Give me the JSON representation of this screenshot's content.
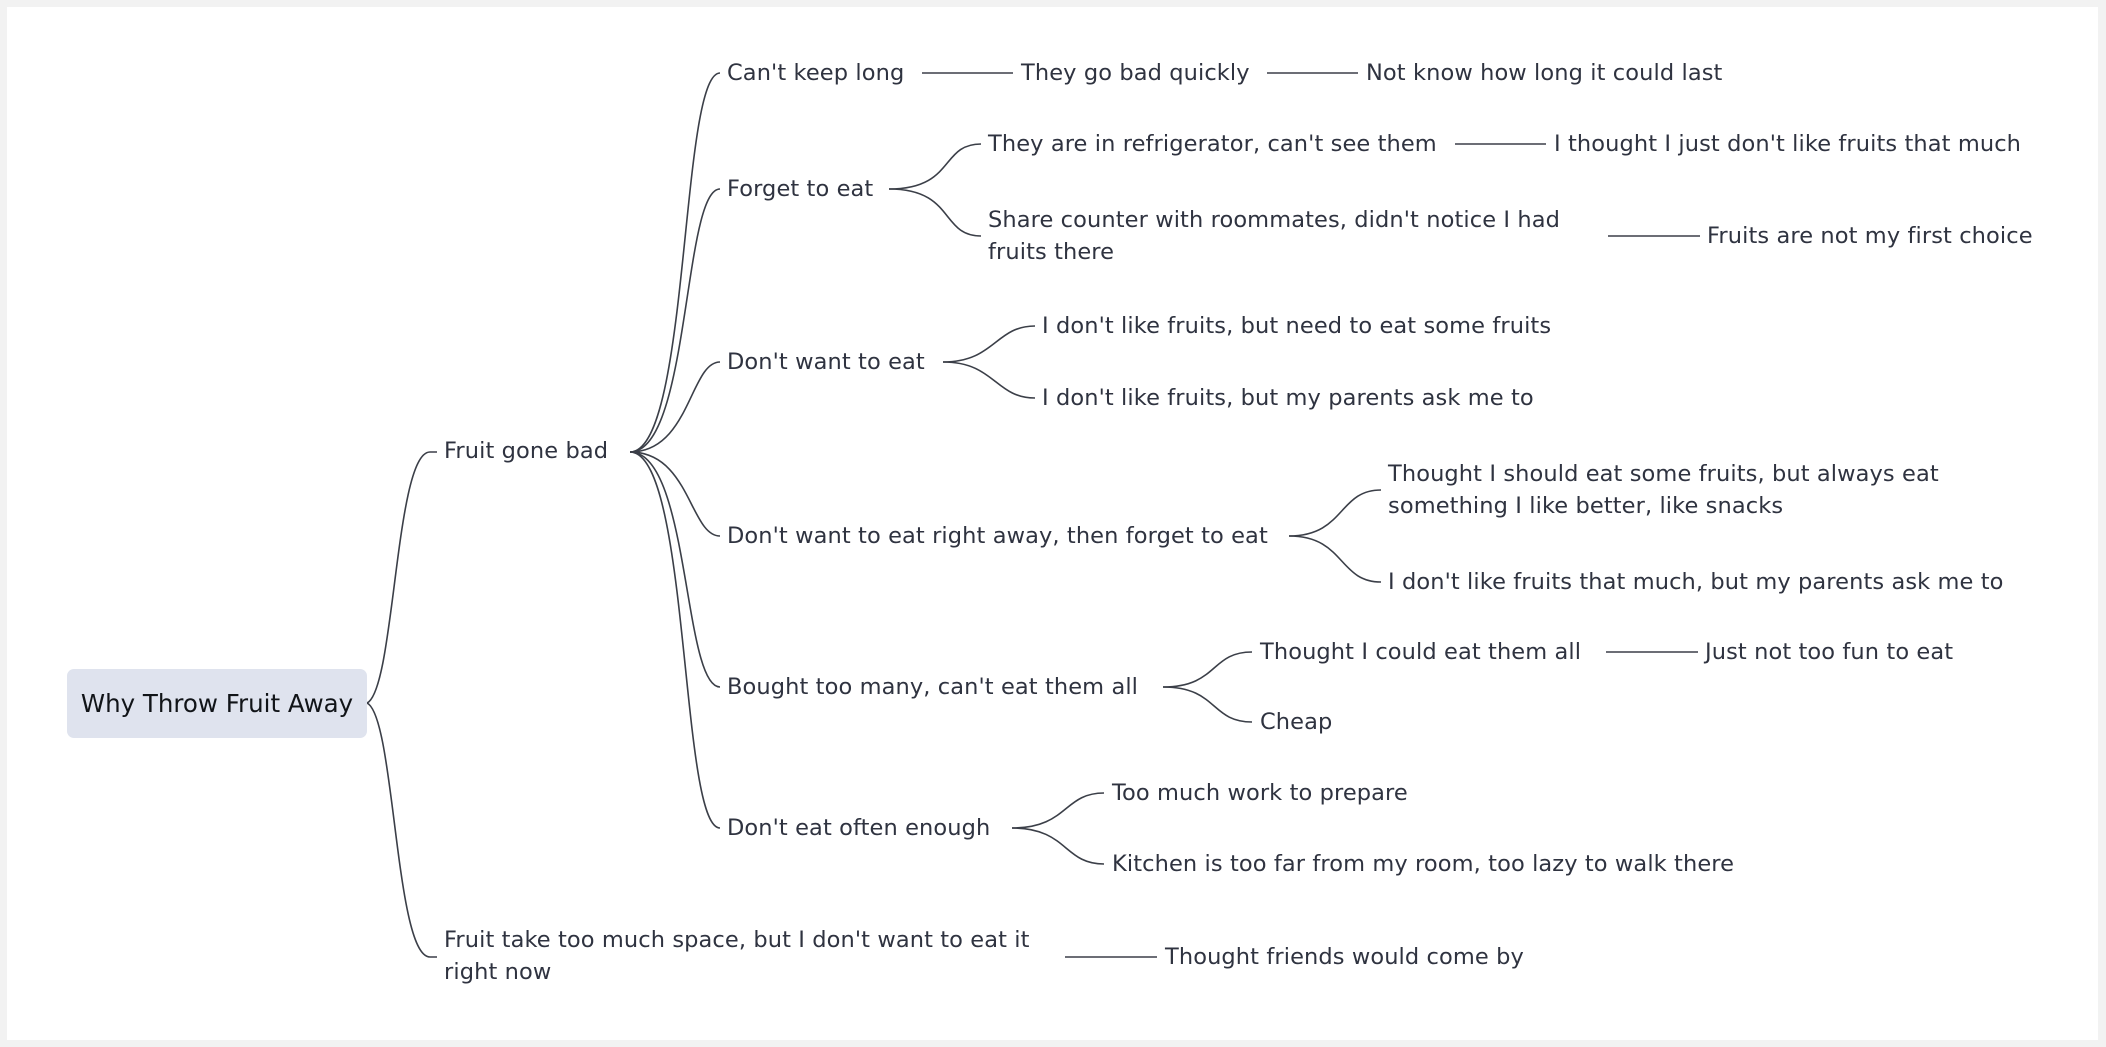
{
  "root": "Why Throw Fruit Away",
  "branches": {
    "fruit_gone_bad": {
      "label": "Fruit gone bad",
      "cant_keep_long": {
        "label": "Can't keep long",
        "go_bad": "They go bad quickly",
        "not_know": "Not know how long it could last"
      },
      "forget_to_eat": {
        "label": "Forget to eat",
        "refrigerator": "They are in refrigerator,  can't see them",
        "dont_like_much": "I thought I just don't like fruits that much",
        "share_counter": "Share counter with roommates,  didn't notice I had fruits there",
        "not_first_choice": "Fruits are not my first choice"
      },
      "dont_want_to_eat": {
        "label": "Don't want to eat",
        "need_some": "I don't like fruits, but need to eat some fruits",
        "parents": "I don't like fruits, but my parents ask me to"
      },
      "dont_want_right_away": {
        "label": "Don't want to eat right away, then forget to eat",
        "snacks": "Thought I should eat some fruits, but always eat something I like better, like snacks",
        "parents_much": "I don't like fruits that much, but my parents ask me to"
      },
      "bought_too_many": {
        "label": "Bought too many, can't eat them all",
        "could_eat": "Thought I could eat them all",
        "not_fun": "Just not too fun to eat",
        "cheap": "Cheap"
      },
      "dont_eat_often": {
        "label": "Don't eat often enough",
        "too_much_work": "Too much work to prepare",
        "kitchen_far": "Kitchen is too far from my room, too lazy to walk there"
      }
    },
    "too_much_space": {
      "label": "Fruit take too much space, but I don't want to eat it right now",
      "friends": "Thought friends would come by"
    }
  }
}
